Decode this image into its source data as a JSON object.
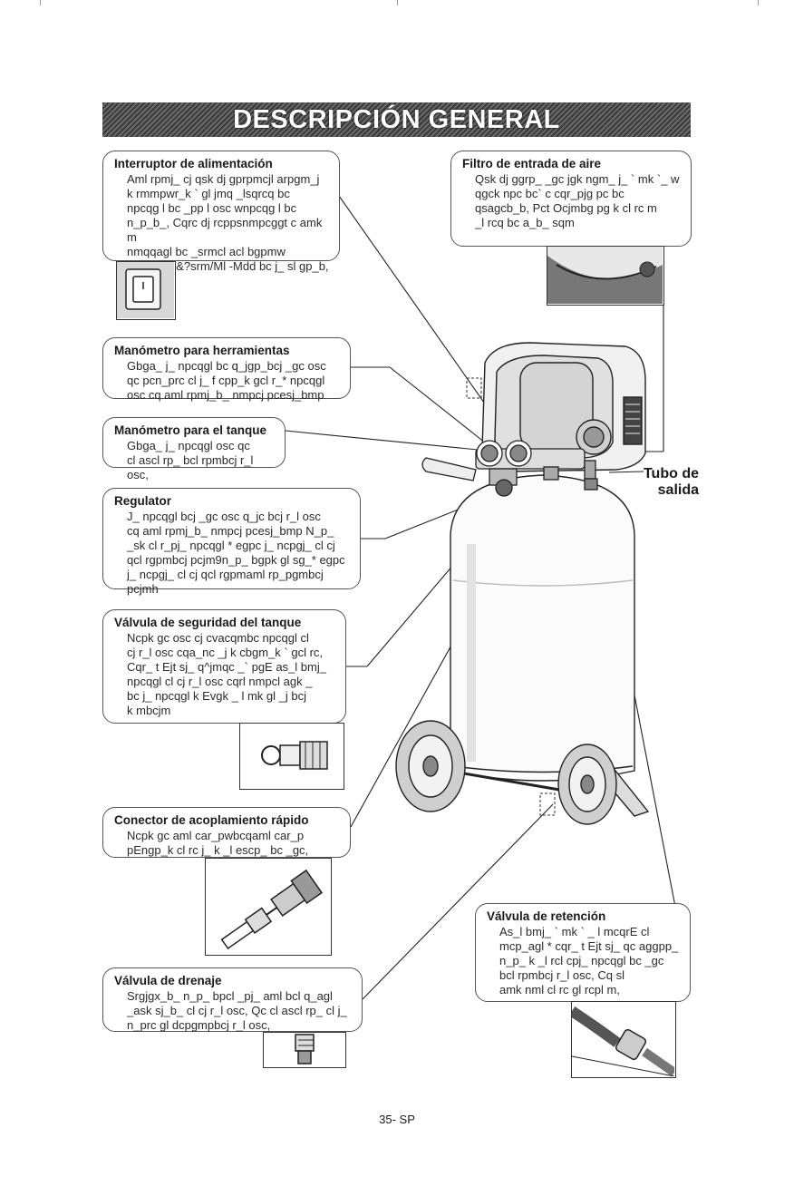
{
  "title": "DESCRIPCIÓN GENERAL",
  "callouts": {
    "interruptor": {
      "heading": "Interruptor de alimentación",
      "body": "Aml rpmj_ cj qsk dj gprpmcjl arpgm_j\nk rmmpwr_k ` gl jmq _lsqrcq bc\nnpcqg l bc _pp l osc wnpcqg l bc\nn_p_b_, Cqrc dj rcppsnmpcggt c amk m\nnmqqagl bc _srmcl acl bgpmw\n_n_e_bm&?srm/Ml -Mdd bc j_ sl gp_b,"
    },
    "filtro": {
      "heading": "Filtro de entrada de aire",
      "body": "Qsk dj ggrp_ _gc jgk ngm_ j_ ` mk `_ w\nqgck npc bc` c cqr_pjg pc bc\nqsagcb_b, Pct Ocjmbg pg k cl rc m\n_l rcq bc a_b_ sqm"
    },
    "manometro_herr": {
      "heading": "Manómetro para herramientas",
      "body": "Gbga_ j_ npcqgl bc q_jgp_bcj _gc osc\nqc pcn_prc cl j_ f cpp_k gcl r_* npcqgl\nosc cq aml rpmj_b_ nmpcj pcesj_bmp"
    },
    "manometro_tanque": {
      "heading": "Manómetro para el tanque",
      "body": "Gbga_ j_ npcqgl osc qc\ncl ascl rp_ bcl rpmbcj r_l osc,"
    },
    "regulator": {
      "heading": "Regulator",
      "body": "J_ npcqgl bcj _gc osc q_jc bcj r_l osc\ncq aml rpmj_b_ nmpcj pcesj_bmp N_p_\n_sk cl r_pj_ npcqgl * egpc j_ ncpgj_ cl cj\nqcl rgpmbcj pcjm9n_p_ bgpk gl sg_* egpc\nj_ ncpgj_ cl cj qcl rgpmaml rp_pgmbcj pcjmh"
    },
    "valvula_seguridad": {
      "heading": "Válvula de seguridad del tanque",
      "body": "Ncpk gc osc cj cvacqmbc npcqgl cl\ncj r_l osc cqa_nc _j k cbgm_k ` gcl rc,\nCqr_ t Ejt sj_ q^jmqc _` pgE as_l bmj_\nnpcqgl cl cj r_l osc cqrl nmpcl agk _\nbc j_ npcqgl k Evgk _ l mk gl _j bcj\nk mbcjm"
    },
    "conector": {
      "heading": "Conector de acoplamiento rápido",
      "body": "Ncpk gc aml car_pwbcqaml car_p\npEngp_k cl rc j_ k _l escp_ bc _gc,"
    },
    "valvula_drenaje": {
      "heading": "Válvula de drenaje",
      "body": "Srgjgx_b_ n_p_ bpcl _pj_ aml bcl q_agl\n_ask sj_b_ cl cj r_l osc, Qc cl ascl rp_ cl j_\nn_prc gl dcpgmpbcj r_l osc,"
    },
    "valvula_retencion": {
      "heading": "Válvula de retención",
      "body": "As_l bmj_ ` mk ` _ l mcqrE cl\nmcp_agl * cqr_ t Ejt sj_ qc aggpp_\nn_p_ k _l rcl cpj_ npcqgl bc _gc\nbcl rpmbcj r_l osc, Cq sl\namk nml cl rc gl rcpl m,"
    }
  },
  "label_tubo": "Tubo de\nsalida",
  "footer": "35- SP"
}
